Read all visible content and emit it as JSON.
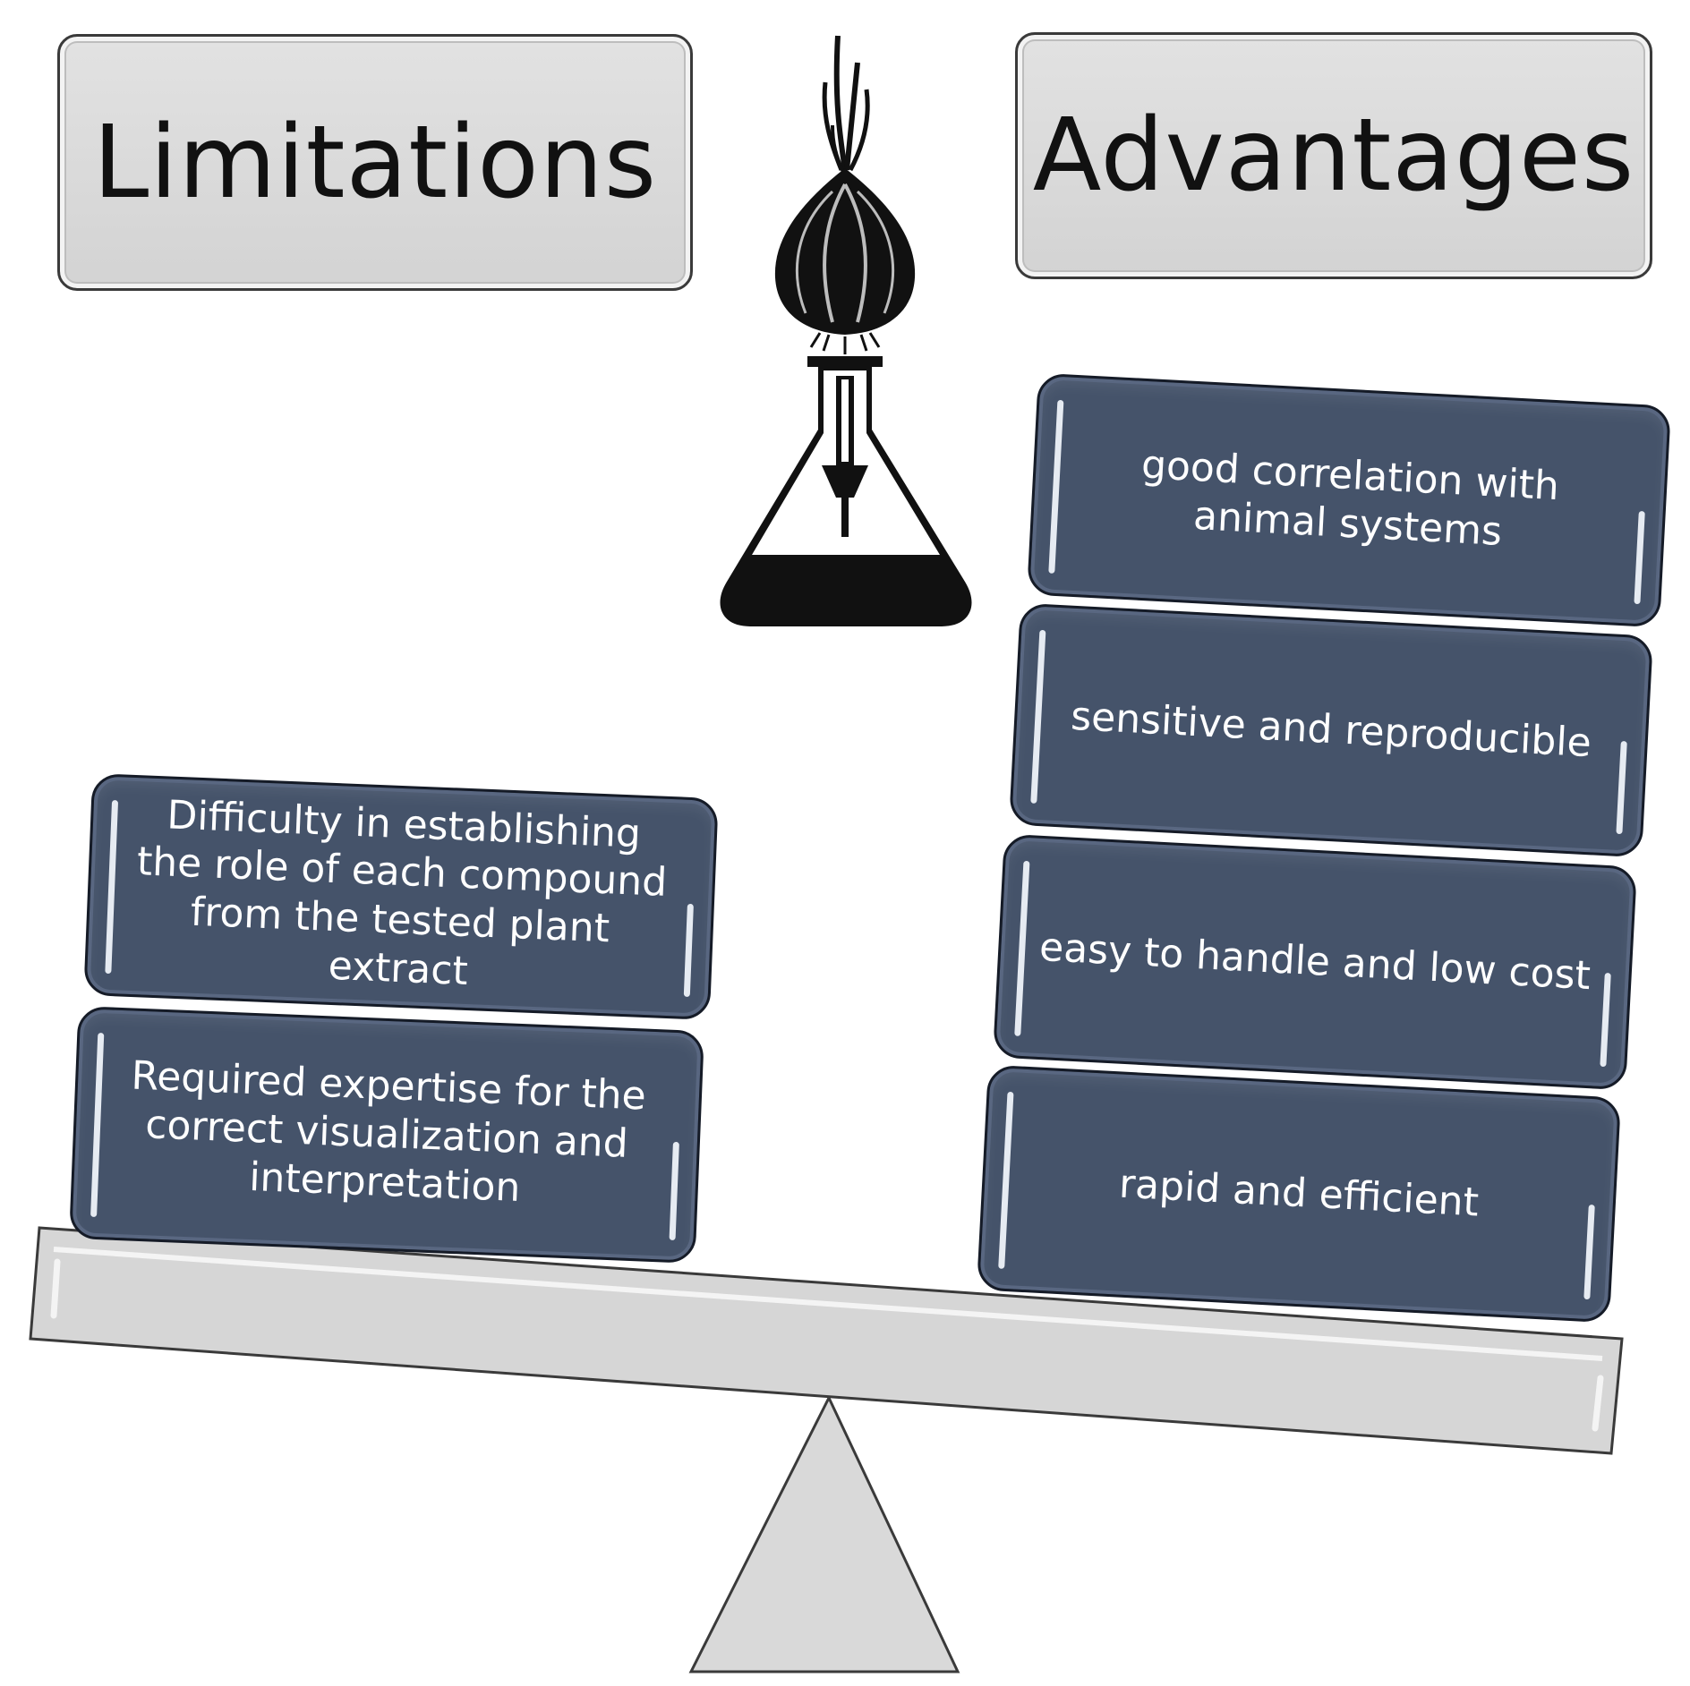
{
  "limitations": {
    "title": "Limitations",
    "items": [
      "Difficulty in establishing the role of each compound from the tested plant extract",
      "Required expertise for the correct visualization and interpretation"
    ]
  },
  "advantages": {
    "title": "Advantages",
    "items": [
      "good correlation with animal systems",
      "sensitive and reproducible",
      "easy to handle and low cost",
      "rapid and efficient"
    ]
  },
  "icons": [
    "onion-icon",
    "flask-icon"
  ],
  "colors": {
    "card_fill": "#45536a",
    "header_fill": "#d9d9d9",
    "balance_fill": "#d9d9d9"
  }
}
